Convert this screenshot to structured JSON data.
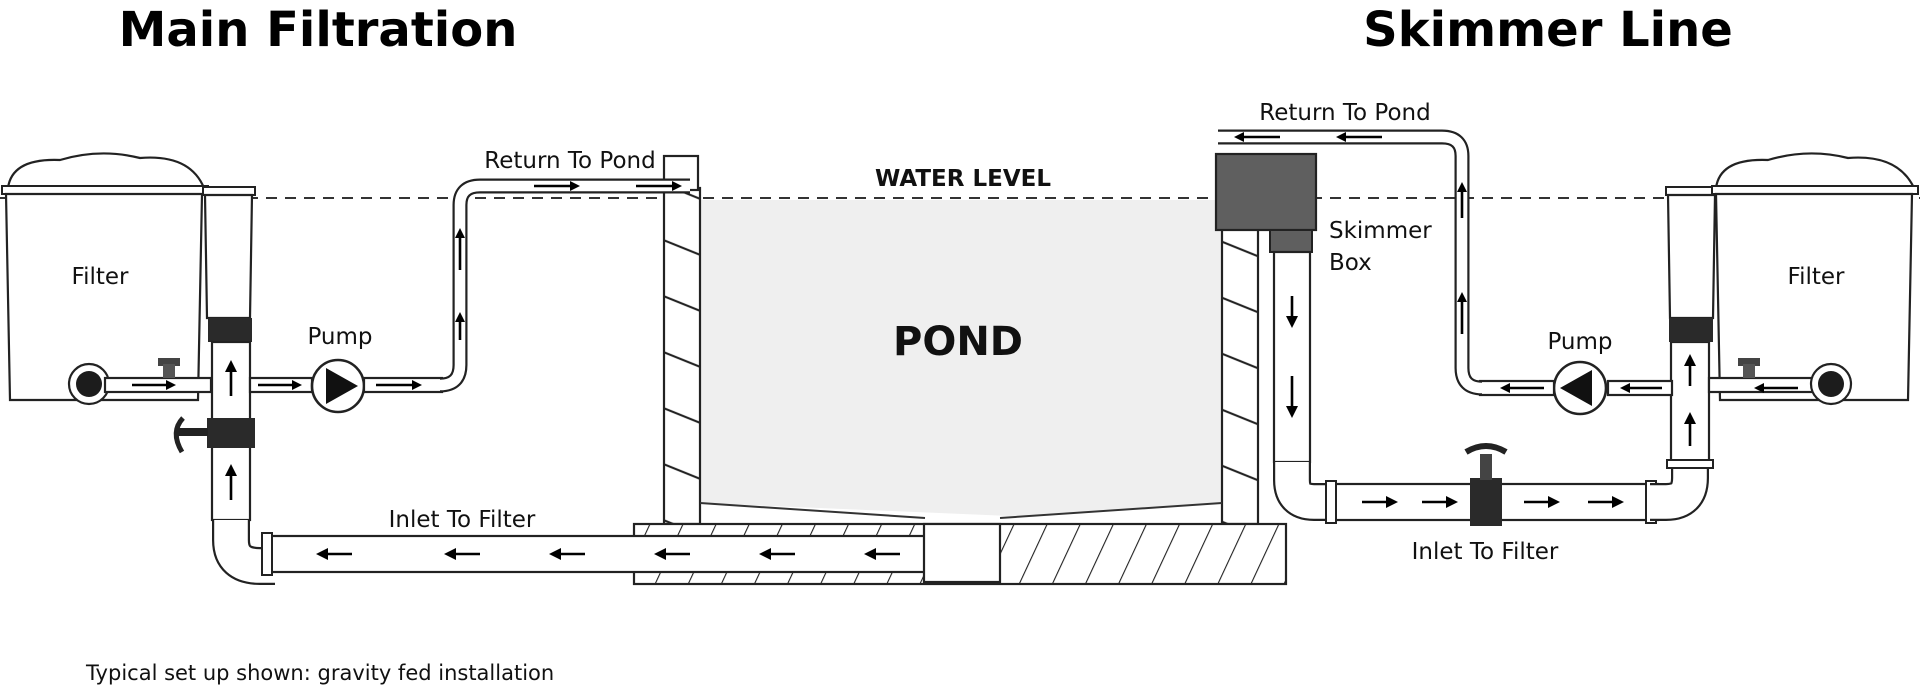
{
  "headings": {
    "main_filtration": "Main Filtration",
    "skimmer_line": "Skimmer Line"
  },
  "labels": {
    "water_level": "WATER LEVEL",
    "pond": "POND",
    "filter_left": "Filter",
    "filter_right": "Filter",
    "pump_left": "Pump",
    "pump_right": "Pump",
    "return_left": "Return To Pond",
    "return_right": "Return To Pond",
    "inlet_left": "Inlet To Filter",
    "inlet_right": "Inlet To Filter",
    "skimmer_line1": "Skimmer",
    "skimmer_line2": "Box"
  },
  "footnote": "Typical set up shown: gravity fed installation",
  "colors": {
    "line": "#222222",
    "pond_water": "#efefef",
    "skimmer_box": "#5f5f5f",
    "fitting_dark": "#2a2a2a"
  }
}
